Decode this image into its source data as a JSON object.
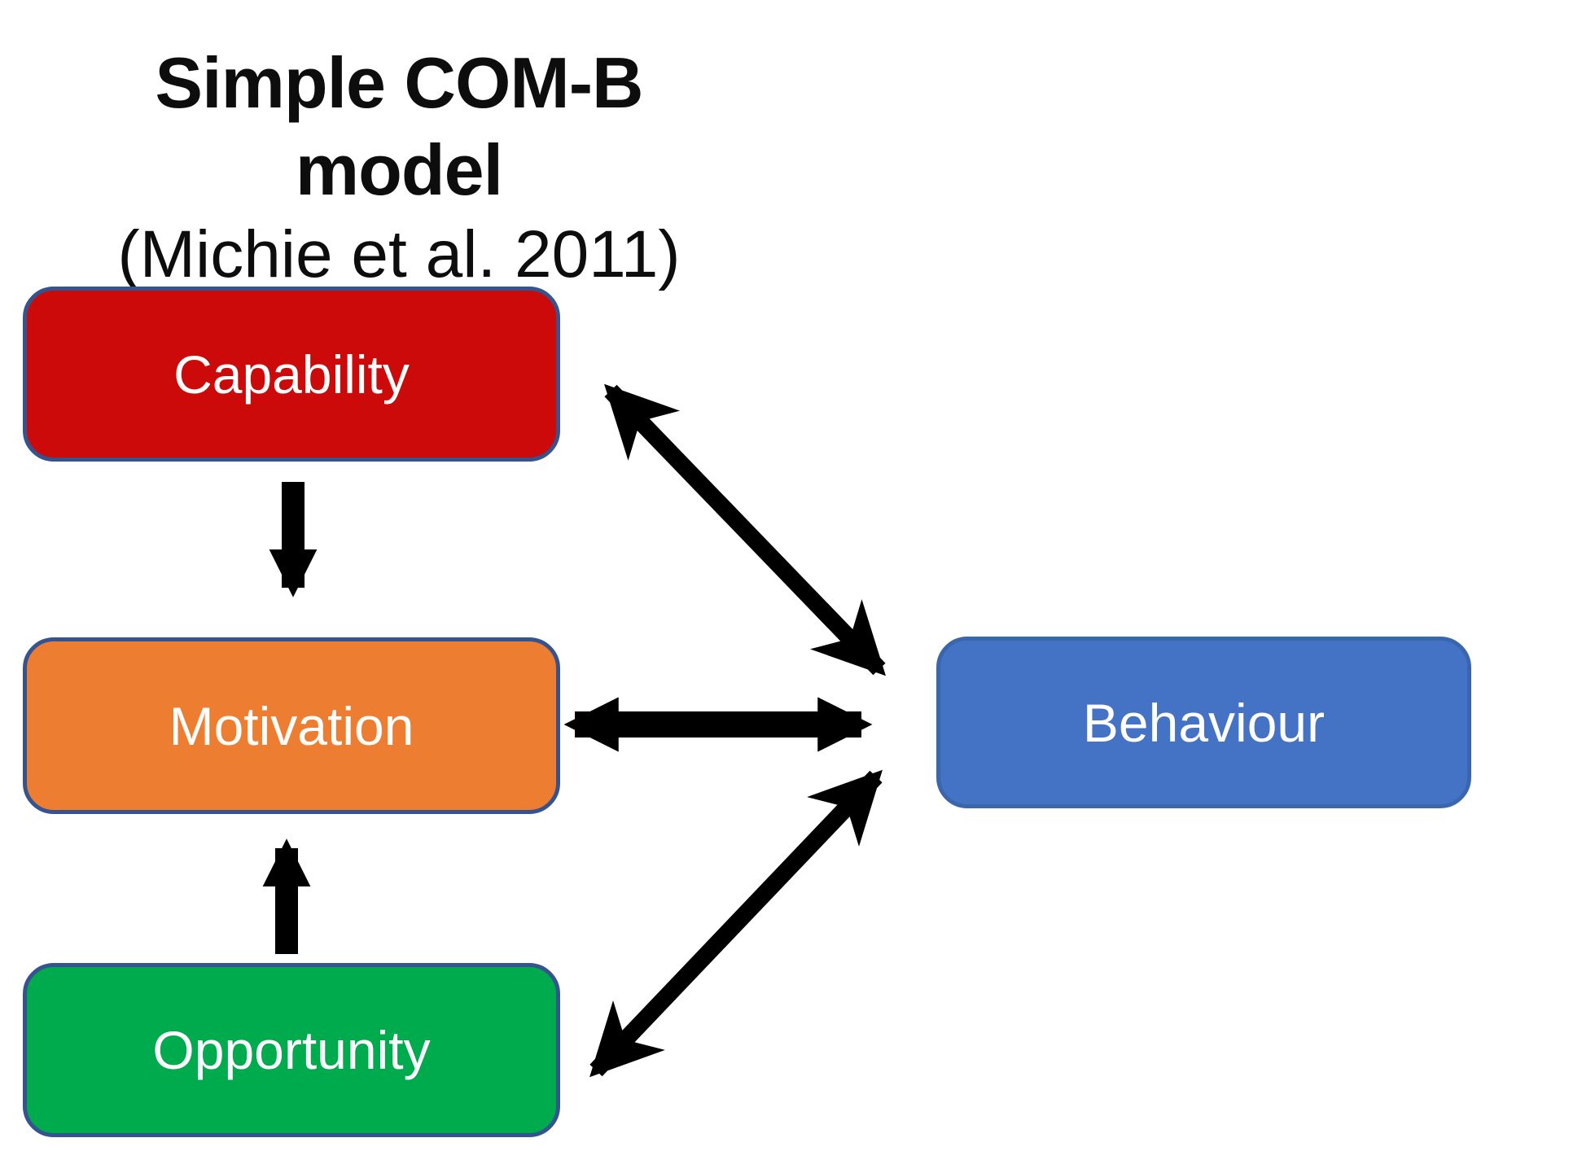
{
  "title": {
    "line1": "Simple COM-B model",
    "line2": "(Michie et al. 2011)"
  },
  "diagram": {
    "type": "flow-diagram",
    "nodes": [
      {
        "id": "capability",
        "label": "Capability",
        "fill": "#cc0a0a",
        "border": "#35548f",
        "text_color": "#ffffff"
      },
      {
        "id": "motivation",
        "label": "Motivation",
        "fill": "#ed7d31",
        "border": "#35548f",
        "text_color": "#ffffff"
      },
      {
        "id": "opportunity",
        "label": "Opportunity",
        "fill": "#00ab4e",
        "border": "#35548f",
        "text_color": "#ffffff"
      },
      {
        "id": "behaviour",
        "label": "Behaviour",
        "fill": "#4472c4",
        "border": "#3a66ae",
        "text_color": "#ffffff"
      }
    ],
    "arrows": [
      {
        "from": "capability",
        "to": "motivation",
        "direction": "one-way"
      },
      {
        "from": "opportunity",
        "to": "motivation",
        "direction": "one-way"
      },
      {
        "from": "motivation",
        "to": "behaviour",
        "direction": "two-way"
      },
      {
        "from": "capability",
        "to": "behaviour",
        "direction": "two-way"
      },
      {
        "from": "opportunity",
        "to": "behaviour",
        "direction": "two-way"
      }
    ],
    "arrow_color": "#000000",
    "background_color": "#ffffff"
  }
}
